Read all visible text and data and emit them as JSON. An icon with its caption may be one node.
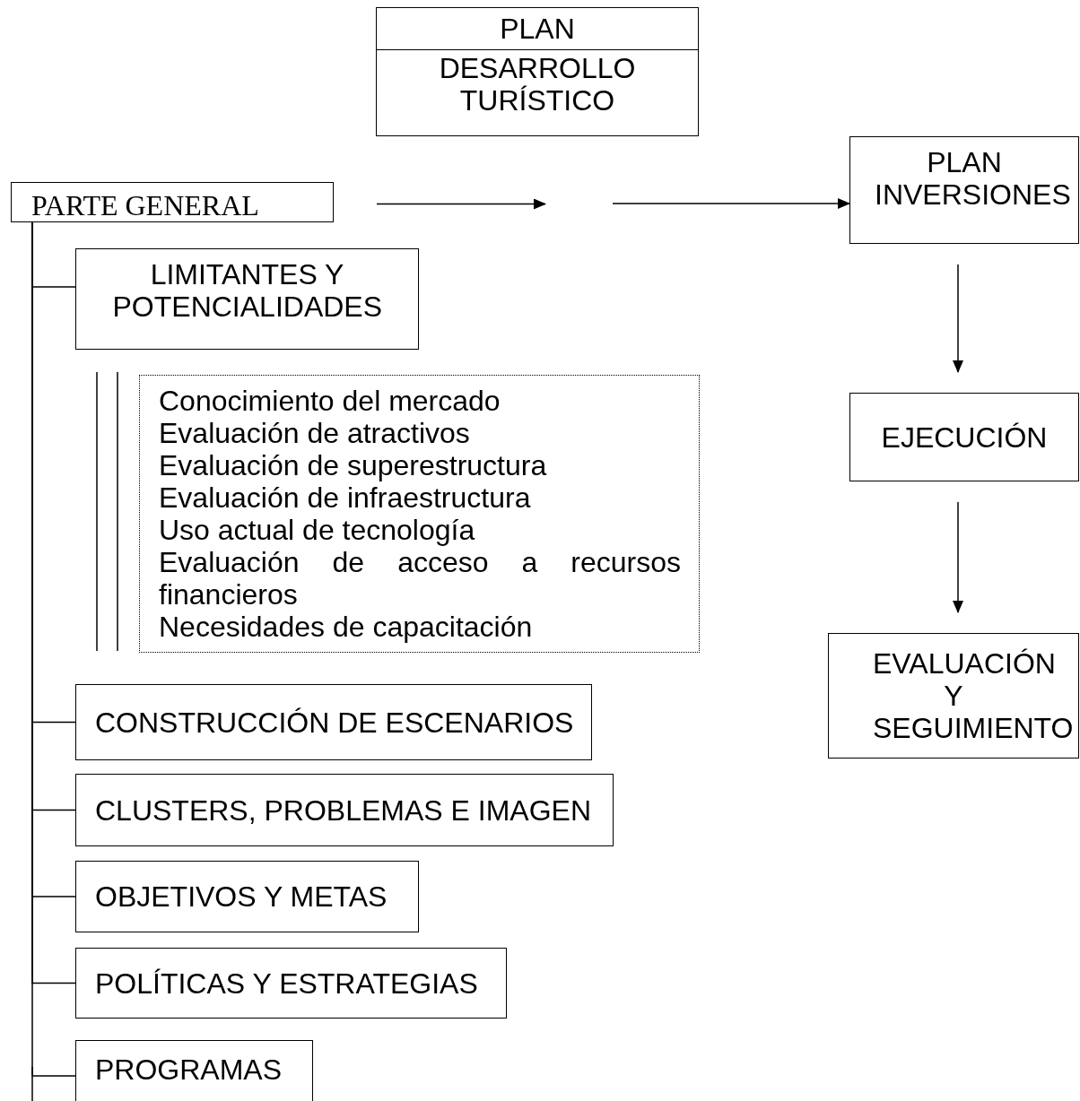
{
  "diagram": {
    "nodes": [
      {
        "text": [
          "PLAN",
          "DESARROLLO TURÍSTICO"
        ]
      },
      {
        "text": [
          "PARTE GENERAL"
        ]
      },
      {
        "text": [
          "LIMITANTES Y POTENCIALIDADES"
        ]
      },
      {
        "text": [
          "Conocimiento del mercado",
          "Evaluación de atractivos",
          "Evaluación de superestructura",
          "Evaluación de infraestructura",
          "Uso actual de tecnología",
          "Evaluación de acceso a recursos financieros",
          "Necesidades de capacitación"
        ]
      },
      {
        "text": [
          "CONSTRUCCIÓN DE ESCENARIOS"
        ]
      },
      {
        "text": [
          "CLUSTERS, PROBLEMAS E IMAGEN"
        ]
      },
      {
        "text": [
          "OBJETIVOS Y METAS"
        ]
      },
      {
        "text": [
          "POLÍTICAS Y ESTRATEGIAS"
        ]
      },
      {
        "text": [
          "PROGRAMAS"
        ]
      },
      {
        "text": [
          "PLAN INVERSIONES"
        ]
      },
      {
        "text": [
          "EJECUCIÓN"
        ]
      },
      {
        "text": [
          "EVALUACIÓN Y SEGUIMIENTO"
        ]
      }
    ],
    "edges": [
      {
        "from": 1,
        "to": 2,
        "arrow": "none"
      },
      {
        "from": 1,
        "to": 4,
        "arrow": "none"
      },
      {
        "from": 1,
        "to": 5,
        "arrow": "none"
      },
      {
        "from": 1,
        "to": 6,
        "arrow": "none"
      },
      {
        "from": 1,
        "to": 7,
        "arrow": "none"
      },
      {
        "from": 1,
        "to": 8,
        "arrow": "none"
      },
      {
        "from": 1,
        "to": null,
        "arrow": "to"
      },
      {
        "from": null,
        "to": 9,
        "arrow": "to"
      },
      {
        "from": 9,
        "to": 10,
        "arrow": "to"
      },
      {
        "from": 10,
        "to": 11,
        "arrow": "to"
      }
    ]
  }
}
